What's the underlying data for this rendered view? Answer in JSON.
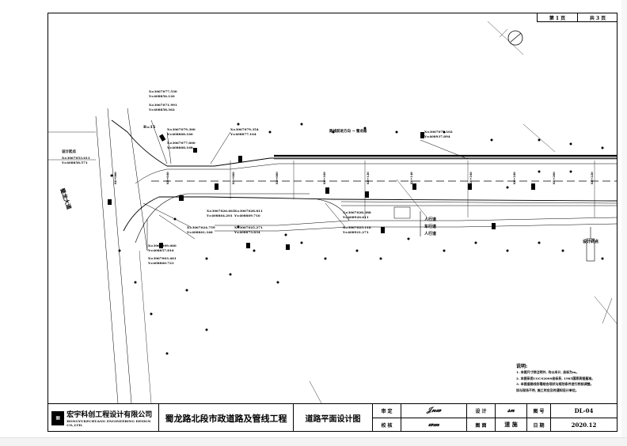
{
  "sheet_number": {
    "current": "第 1 页",
    "total": "共 3 页"
  },
  "title_block": {
    "company_cn": "宏宇科创工程设计有限公司",
    "company_en": "HONGYUKECHUANG ENGINEERING DESIGN CO.,LTD.",
    "project_name": "蜀龙路北段市政道路及管线工程",
    "drawing_title": "道路平面设计图",
    "approve_label": "审 定",
    "check_label": "校 核",
    "design_label": "设 计",
    "drawing_label": "图 面",
    "category_value": "道 施",
    "drawing_no_label": "图 号",
    "drawing_no_value": "DL-04",
    "date_label": "日 期",
    "date_value": "2020.12"
  },
  "notes": {
    "title": "说明:",
    "lines": [
      "1. 本图尺寸除注明外, 均以米计, 坐标为m。",
      "2. 本图采用CGCS2000坐标系, 1985国家高程基准。",
      "3. 本图道路线形需结合现状与规划条件进行校核调整。",
      "如与现场不符, 施工时应及时通知设计单位。"
    ]
  },
  "plan_labels": {
    "road_name": "蜀龙大道",
    "direction_note": "路线前进方向 → 蜀龙路",
    "design_start": "设计起点",
    "start_x": "X=3067053.011",
    "start_y": "Y=408858.571",
    "coord_1a": "X=3067077.530",
    "coord_1b": "Y=408856.120",
    "coord_2a": "X=3067071.991",
    "coord_2b": "Y=408858.362",
    "coord_3a": "X=3067079.300",
    "coord_3b": "Y=408868.160",
    "coord_4a": "X=3067077.600",
    "coord_4b": "Y=408868.168",
    "coord_5a": "X=3067079.354",
    "coord_5b": "Y=408877.164",
    "coord_6a": "X=3067077.102",
    "coord_6b": "Y=408937.894",
    "coord_7a": "X=3067026.661",
    "coord_7b": "Y=408864.201",
    "coord_8a": "X=3067028.811",
    "coord_8b": "Y=408869.716",
    "coord_9a": "X=3067024.759",
    "coord_9b": "Y=408861.348",
    "coord_10a": "X=3067025.271",
    "coord_10b": "Y=408873.834",
    "coord_11a": "X=3067028.388",
    "coord_11b": "Y=408920.611",
    "coord_12a": "X=3067025.118",
    "coord_12b": "Y=408921.271",
    "coord_13a": "X=3067009.060",
    "coord_13b": "Y=408857.816",
    "coord_14a": "X=3067003.461",
    "coord_14b": "Y=408860.721",
    "stations": [
      "K0+000",
      "K0+040",
      "K0+060",
      "K0+080",
      "K0+100",
      "K0+120",
      "K0+140",
      "K0+160",
      "K0+180",
      "K0+200",
      "K0+220"
    ],
    "sidewalk_labels": [
      "人行道",
      "车行道",
      "人行道"
    ],
    "end_label": "设计终点",
    "turn_label": "R=15"
  }
}
